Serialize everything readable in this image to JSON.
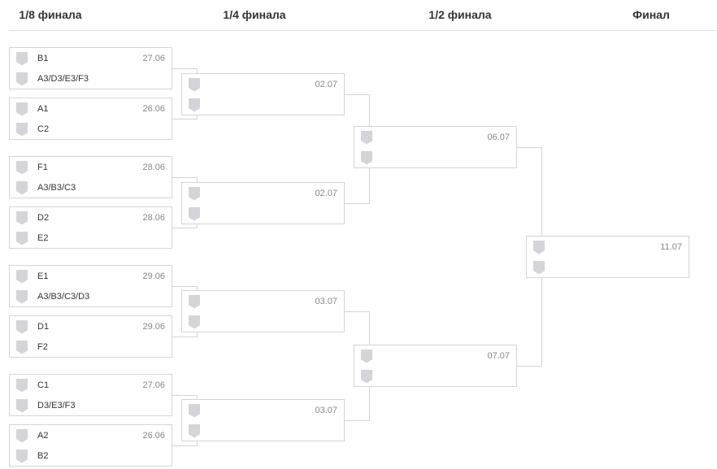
{
  "headers": [
    "1/8 финала",
    "1/4 финала",
    "1/2 финала",
    "Финал"
  ],
  "rounds": [
    {
      "matches": [
        {
          "date": "27.06",
          "teams": [
            "B1",
            "A3/D3/E3/F3"
          ]
        },
        {
          "date": "26.06",
          "teams": [
            "A1",
            "C2"
          ]
        },
        {
          "date": "28.06",
          "teams": [
            "F1",
            "A3/B3/C3"
          ]
        },
        {
          "date": "28.06",
          "teams": [
            "D2",
            "E2"
          ]
        },
        {
          "date": "29.06",
          "teams": [
            "E1",
            "A3/B3/C3/D3"
          ]
        },
        {
          "date": "29.06",
          "teams": [
            "D1",
            "F2"
          ]
        },
        {
          "date": "27.06",
          "teams": [
            "C1",
            "D3/E3/F3"
          ]
        },
        {
          "date": "26.06",
          "teams": [
            "A2",
            "B2"
          ]
        }
      ]
    },
    {
      "matches": [
        {
          "date": "02.07",
          "teams": [
            "",
            ""
          ]
        },
        {
          "date": "02.07",
          "teams": [
            "",
            ""
          ]
        },
        {
          "date": "03.07",
          "teams": [
            "",
            ""
          ]
        },
        {
          "date": "03.07",
          "teams": [
            "",
            ""
          ]
        }
      ]
    },
    {
      "matches": [
        {
          "date": "06.07",
          "teams": [
            "",
            ""
          ]
        },
        {
          "date": "07.07",
          "teams": [
            "",
            ""
          ]
        }
      ]
    },
    {
      "matches": [
        {
          "date": "11.07",
          "teams": [
            "",
            ""
          ]
        }
      ]
    }
  ]
}
